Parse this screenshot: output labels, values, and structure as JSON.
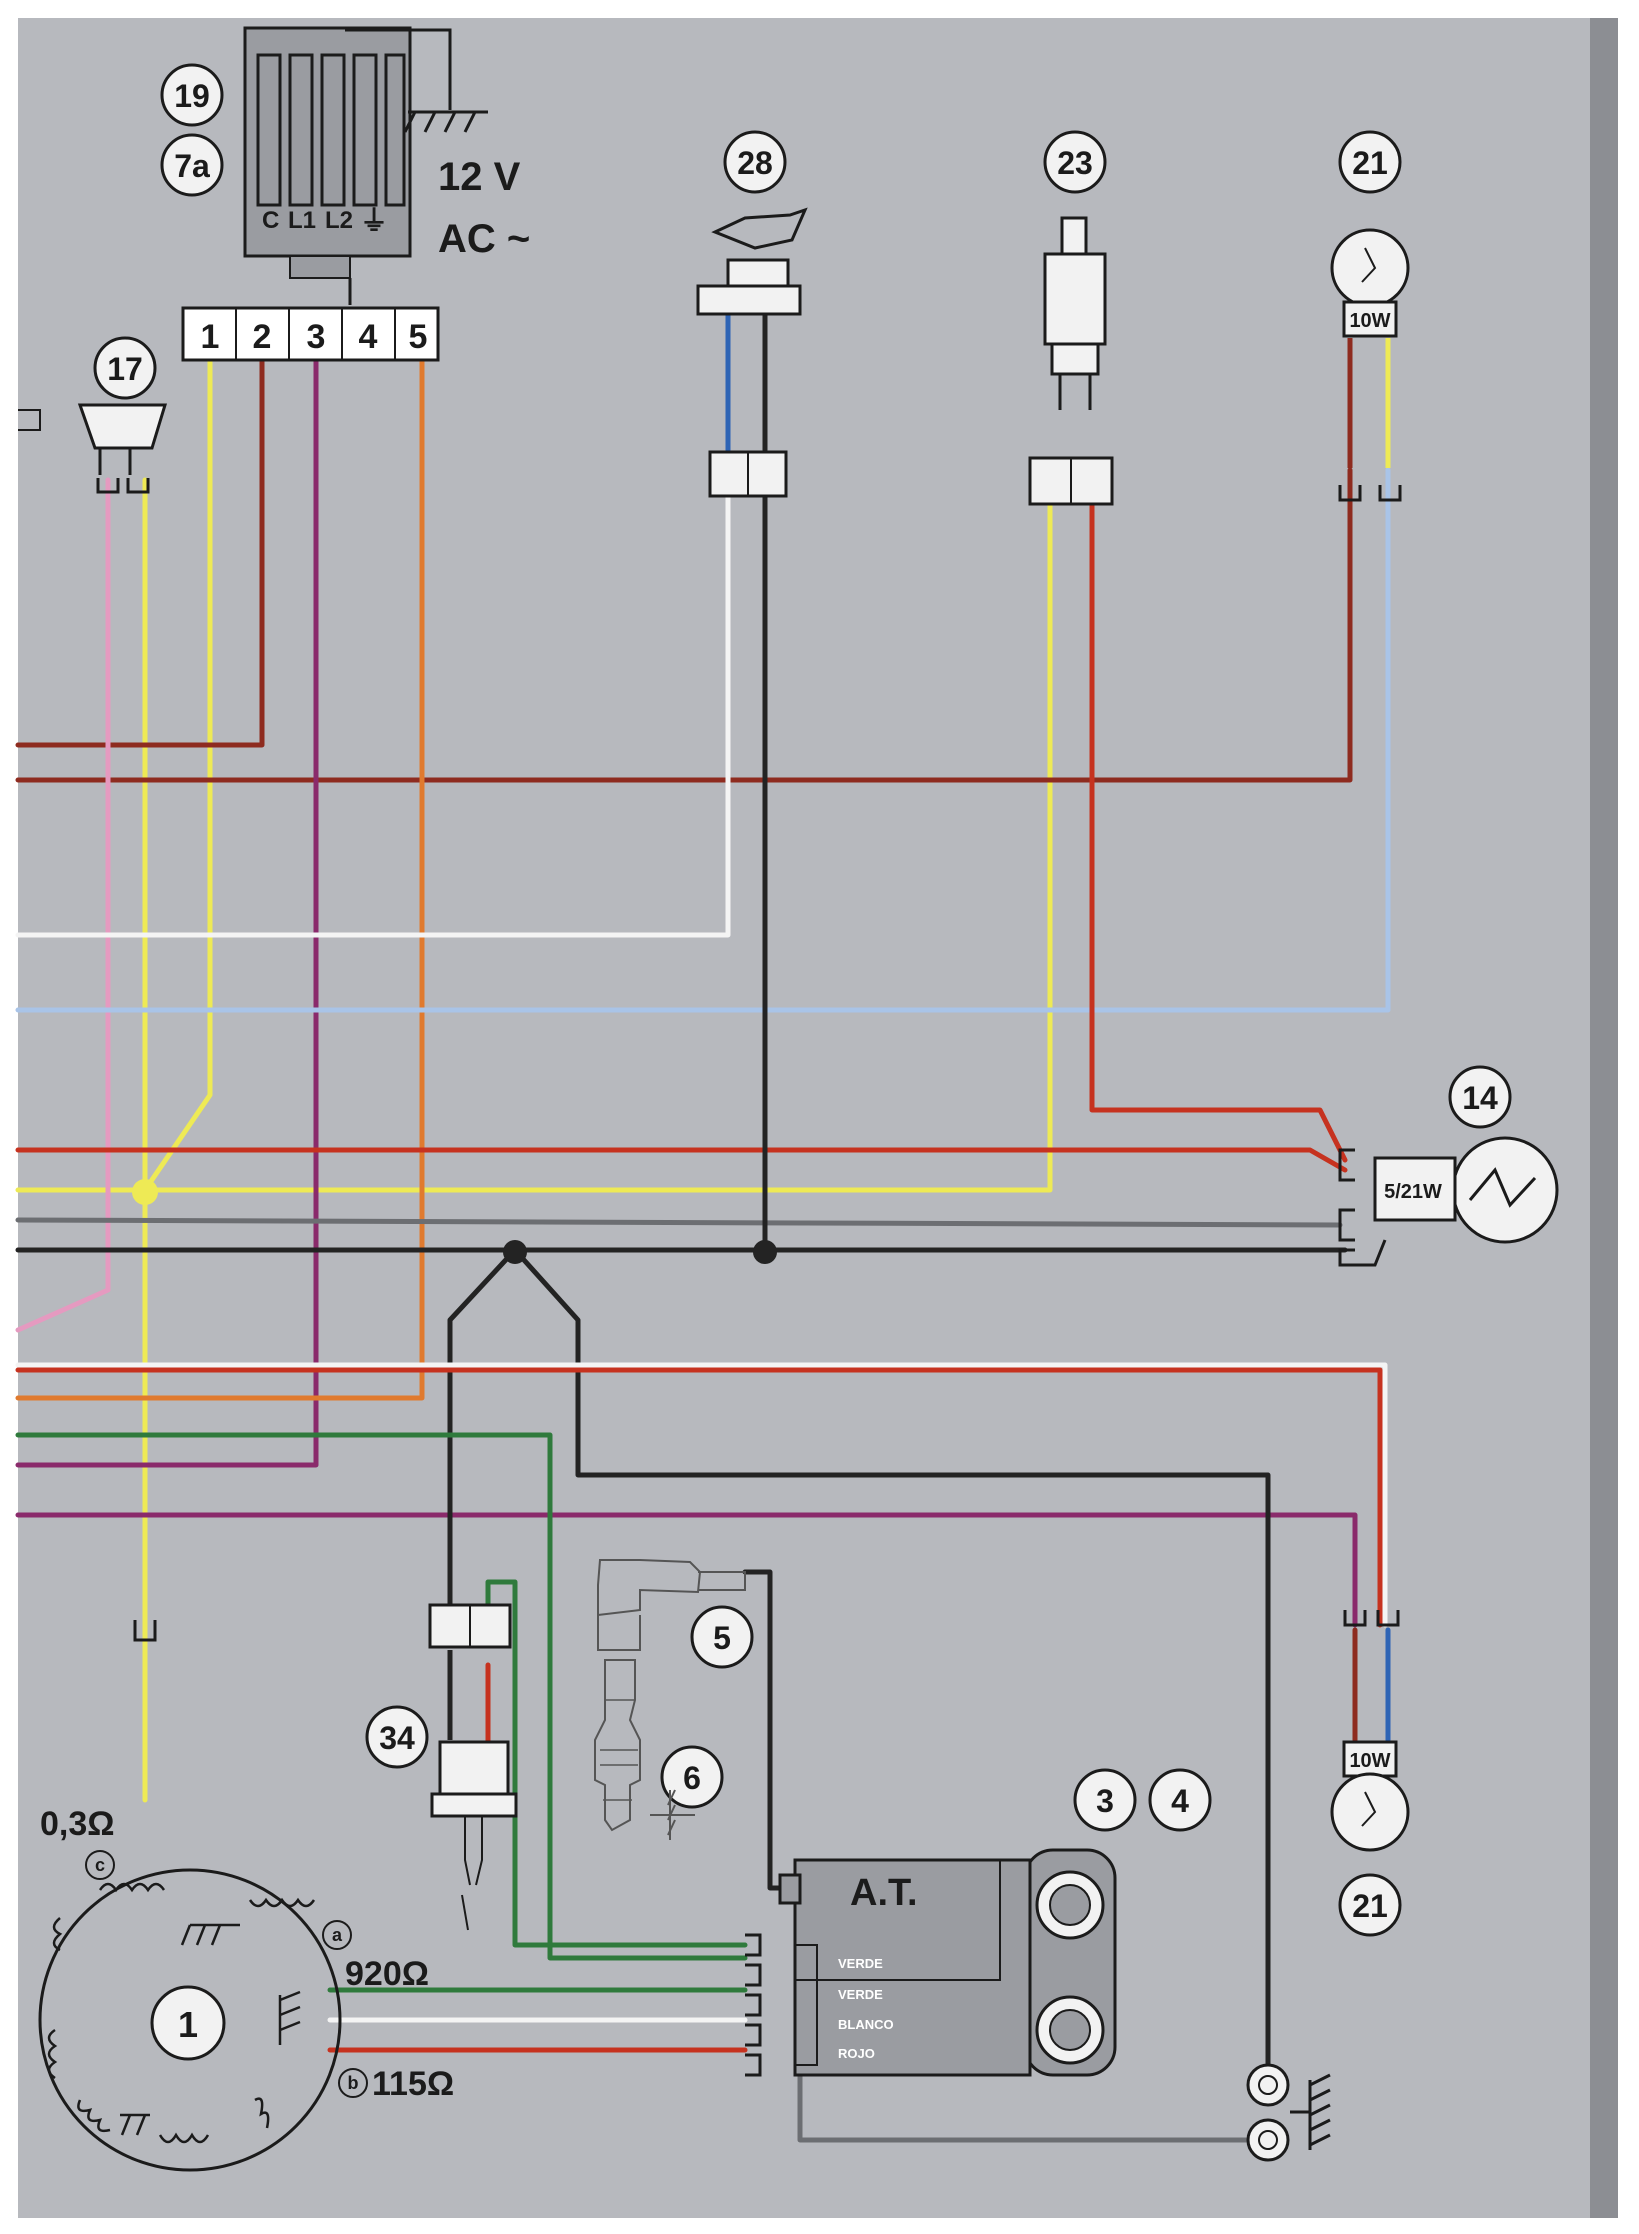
{
  "colors": {
    "page": "#ffffff",
    "sheet": "#b7b9be",
    "yellow": "#eeea55",
    "brown_red": "#8e2b1f",
    "red": "#c6321f",
    "purple": "#8a2a6b",
    "orange": "#e07a2e",
    "pink": "#e59ac0",
    "blue": "#2e64b5",
    "light_blue": "#a9c4e8",
    "white": "#f4f4f4",
    "black": "#232323",
    "green": "#2f7a3c",
    "grey": "#6c6e72"
  },
  "callouts": {
    "c19": "19",
    "c7a": "7a",
    "c28": "28",
    "c23": "23",
    "c21_top": "21",
    "c17": "17",
    "c14": "14",
    "c5": "5",
    "c6": "6",
    "c34": "34",
    "c3": "3",
    "c4": "4",
    "c21_bot": "21",
    "c1": "1"
  },
  "regulator": {
    "voltage": "12 V",
    "current": "AC ~",
    "terminals": [
      "C",
      "L1",
      "L2"
    ],
    "ground_symbol": "⏚",
    "pins": [
      "1",
      "2",
      "3",
      "4",
      "5"
    ]
  },
  "bulbs": {
    "top_rating": "10W",
    "bottom_rating": "10W",
    "tail_rating": "5/21W"
  },
  "cdi": {
    "title": "A.T.",
    "wires": [
      "VERDE",
      "VERDE",
      "BLANCO",
      "ROJO"
    ]
  },
  "stator": {
    "resistance_c": "0,3Ω",
    "resistance_a": "920Ω",
    "resistance_b": "115Ω",
    "tap_a": "a",
    "tap_b": "b",
    "tap_c": "c"
  }
}
